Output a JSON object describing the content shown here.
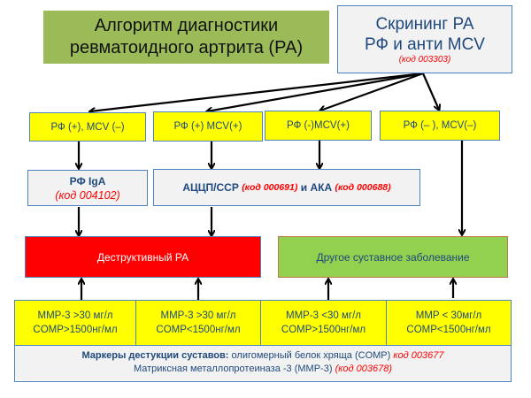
{
  "title": {
    "line1": "Алгоритм диагностики",
    "line2": "ревматоидного артрита (РА)"
  },
  "screening": {
    "line1": "Скрининг РА",
    "line2": "РФ и анти MCV",
    "code": "(код 003303)"
  },
  "results": [
    {
      "label": "РФ (+), MCV (–)"
    },
    {
      "label": "РФ (+) MCV(+)"
    },
    {
      "label": "РФ (-)MCV(+)"
    },
    {
      "label": "РФ (– ), MCV(–)"
    }
  ],
  "tests": {
    "rf_iga": {
      "name": "РФ IgA",
      "code": "(код 004102)"
    },
    "accp": {
      "name1": "АЦЦП/ССР",
      "code1": "(код 000691)",
      "conj": "и",
      "name2": "АКА",
      "code2": "(код 000688)"
    }
  },
  "outcomes": {
    "destructive": "Деструктивный РА",
    "other": "Другое суставное заболевание"
  },
  "markers_cells": [
    {
      "line1": "MMP-3 >30 мг/л",
      "line2": "COMP>1500нг/мл"
    },
    {
      "line1": "MMP-3 >30 мг/л",
      "line2": "COMP<1500нг/мл"
    },
    {
      "line1": "MMP-3 <30 мг/л",
      "line2": "COMP>1500нг/мл"
    },
    {
      "line1": "MMP < 30мг/л",
      "line2": "COMP<1500нг/мл"
    }
  ],
  "markers_note": {
    "heading": "Маркеры дестукции суставов:",
    "line1_text": "олигомерный белок хряща (COMP)",
    "line1_code": "код 003677",
    "line2_text": "Матриксная металлопротеиназа -3 (MMP-3)",
    "line2_code": "(код 003678)"
  },
  "colors": {
    "title_bg": "#9bbb59",
    "result_bg": "#ffff00",
    "destructive_bg": "#ff0000",
    "other_bg": "#92d050",
    "code_text": "#ff0000",
    "text_blue": "#1f497d",
    "border_blue": "#4f81bd"
  }
}
